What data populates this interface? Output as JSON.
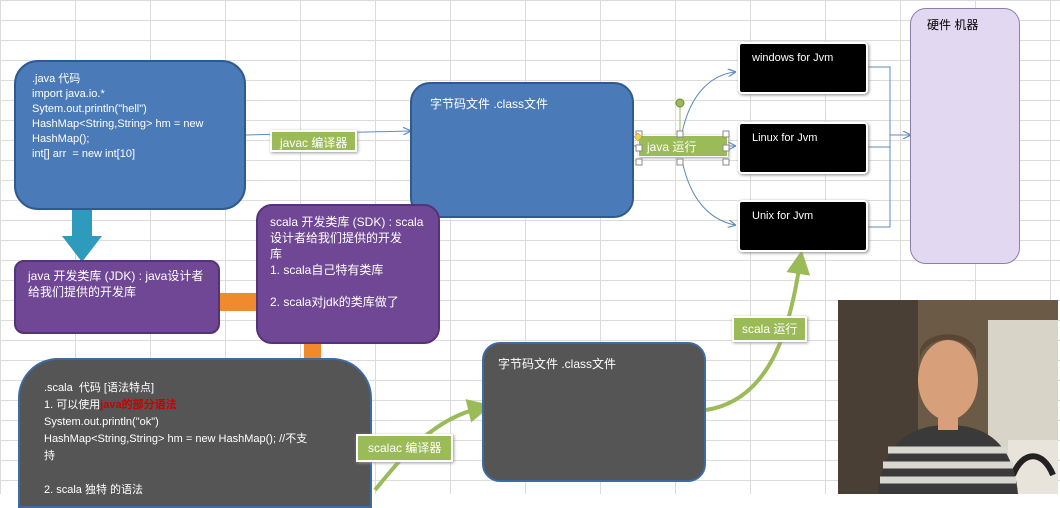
{
  "java_code_box": {
    "lines": [
      ".java 代码",
      "import java.io.*",
      "Sytem.out.println(\"hell\")",
      "HashMap<String,String> hm = new",
      "HashMap();",
      "int[] arr  = new int[10]"
    ]
  },
  "javac_label": "javac 编译器",
  "bytecode_box_top": "字节码文件 .class文件",
  "java_run_label": "java 运行",
  "jvm_boxes": [
    "windows for Jvm",
    "Linux for Jvm",
    "Unix for Jvm"
  ],
  "hardware_box": "硬件 机器",
  "scala_sdk_box": {
    "lines": [
      "scala 开发类库 (SDK) : scala",
      "设计者给我们提供的开发",
      "库",
      "1. scala自己特有类库",
      "",
      "2. scala对jdk的类库做了"
    ]
  },
  "java_jdk_box": {
    "lines": [
      "java 开发类库 (JDK) : java设计者",
      "给我们提供的开发库"
    ]
  },
  "scala_code_box": {
    "title": ".scala  代码 [语法特点]",
    "point1_prefix": "1. 可以使用",
    "point1_highlight": "java的部分语法",
    "lines": [
      "System.out.println(\"ok\")",
      "HashMap<String,String> hm = new HashMap(); //不支",
      "持",
      "",
      "2. scala 独特 的语法"
    ]
  },
  "scalac_label": "scalac 编译器",
  "bytecode_box_bottom": "字节码文件 .class文件",
  "scala_run_label": "scala 运行",
  "colors": {
    "blue": "#4a7ab8",
    "purple": "#6f4795",
    "dark_gray": "#555555",
    "green": "#9bbb59",
    "teal_arrow": "#2e9bbd",
    "orange_arrow": "#f08a2c",
    "lavender": "#e3d8f1"
  },
  "photo_icon": "presenter-photo"
}
